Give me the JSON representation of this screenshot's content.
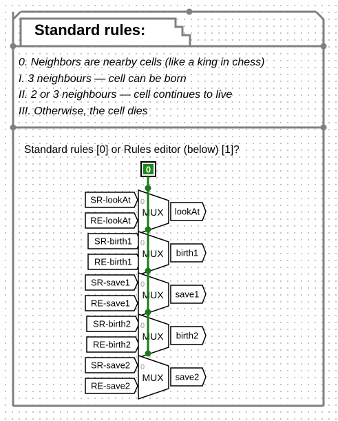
{
  "title": "Standard rules:",
  "rules": [
    "0. Neighbors are nearby cells (like a king in chess)",
    "I. 3 neighbours — cell can be born",
    "II. 2 or 3 neighbours — cell continues to live",
    "III. Otherwise, the cell dies"
  ],
  "question": "Standard rules [0] or Rules editor (below) [1]?",
  "selector_value": "0",
  "mux_label": "MUX",
  "mux_select_label": "0",
  "muxes": [
    {
      "input_a": "SR-lookAt",
      "input_b": "RE-lookAt",
      "output": "lookAt"
    },
    {
      "input_a": "SR-birth1",
      "input_b": "RE-birth1",
      "output": "birth1"
    },
    {
      "input_a": "SR-save1",
      "input_b": "RE-save1",
      "output": "save1"
    },
    {
      "input_a": "SR-birth2",
      "input_b": "RE-birth2",
      "output": "birth2"
    },
    {
      "input_a": "SR-save2",
      "input_b": "RE-save2",
      "output": "save2"
    }
  ],
  "colors": {
    "frame": "#808080",
    "wire_active": "#1a7a1a",
    "constant_fill": "#1a8a1a"
  }
}
